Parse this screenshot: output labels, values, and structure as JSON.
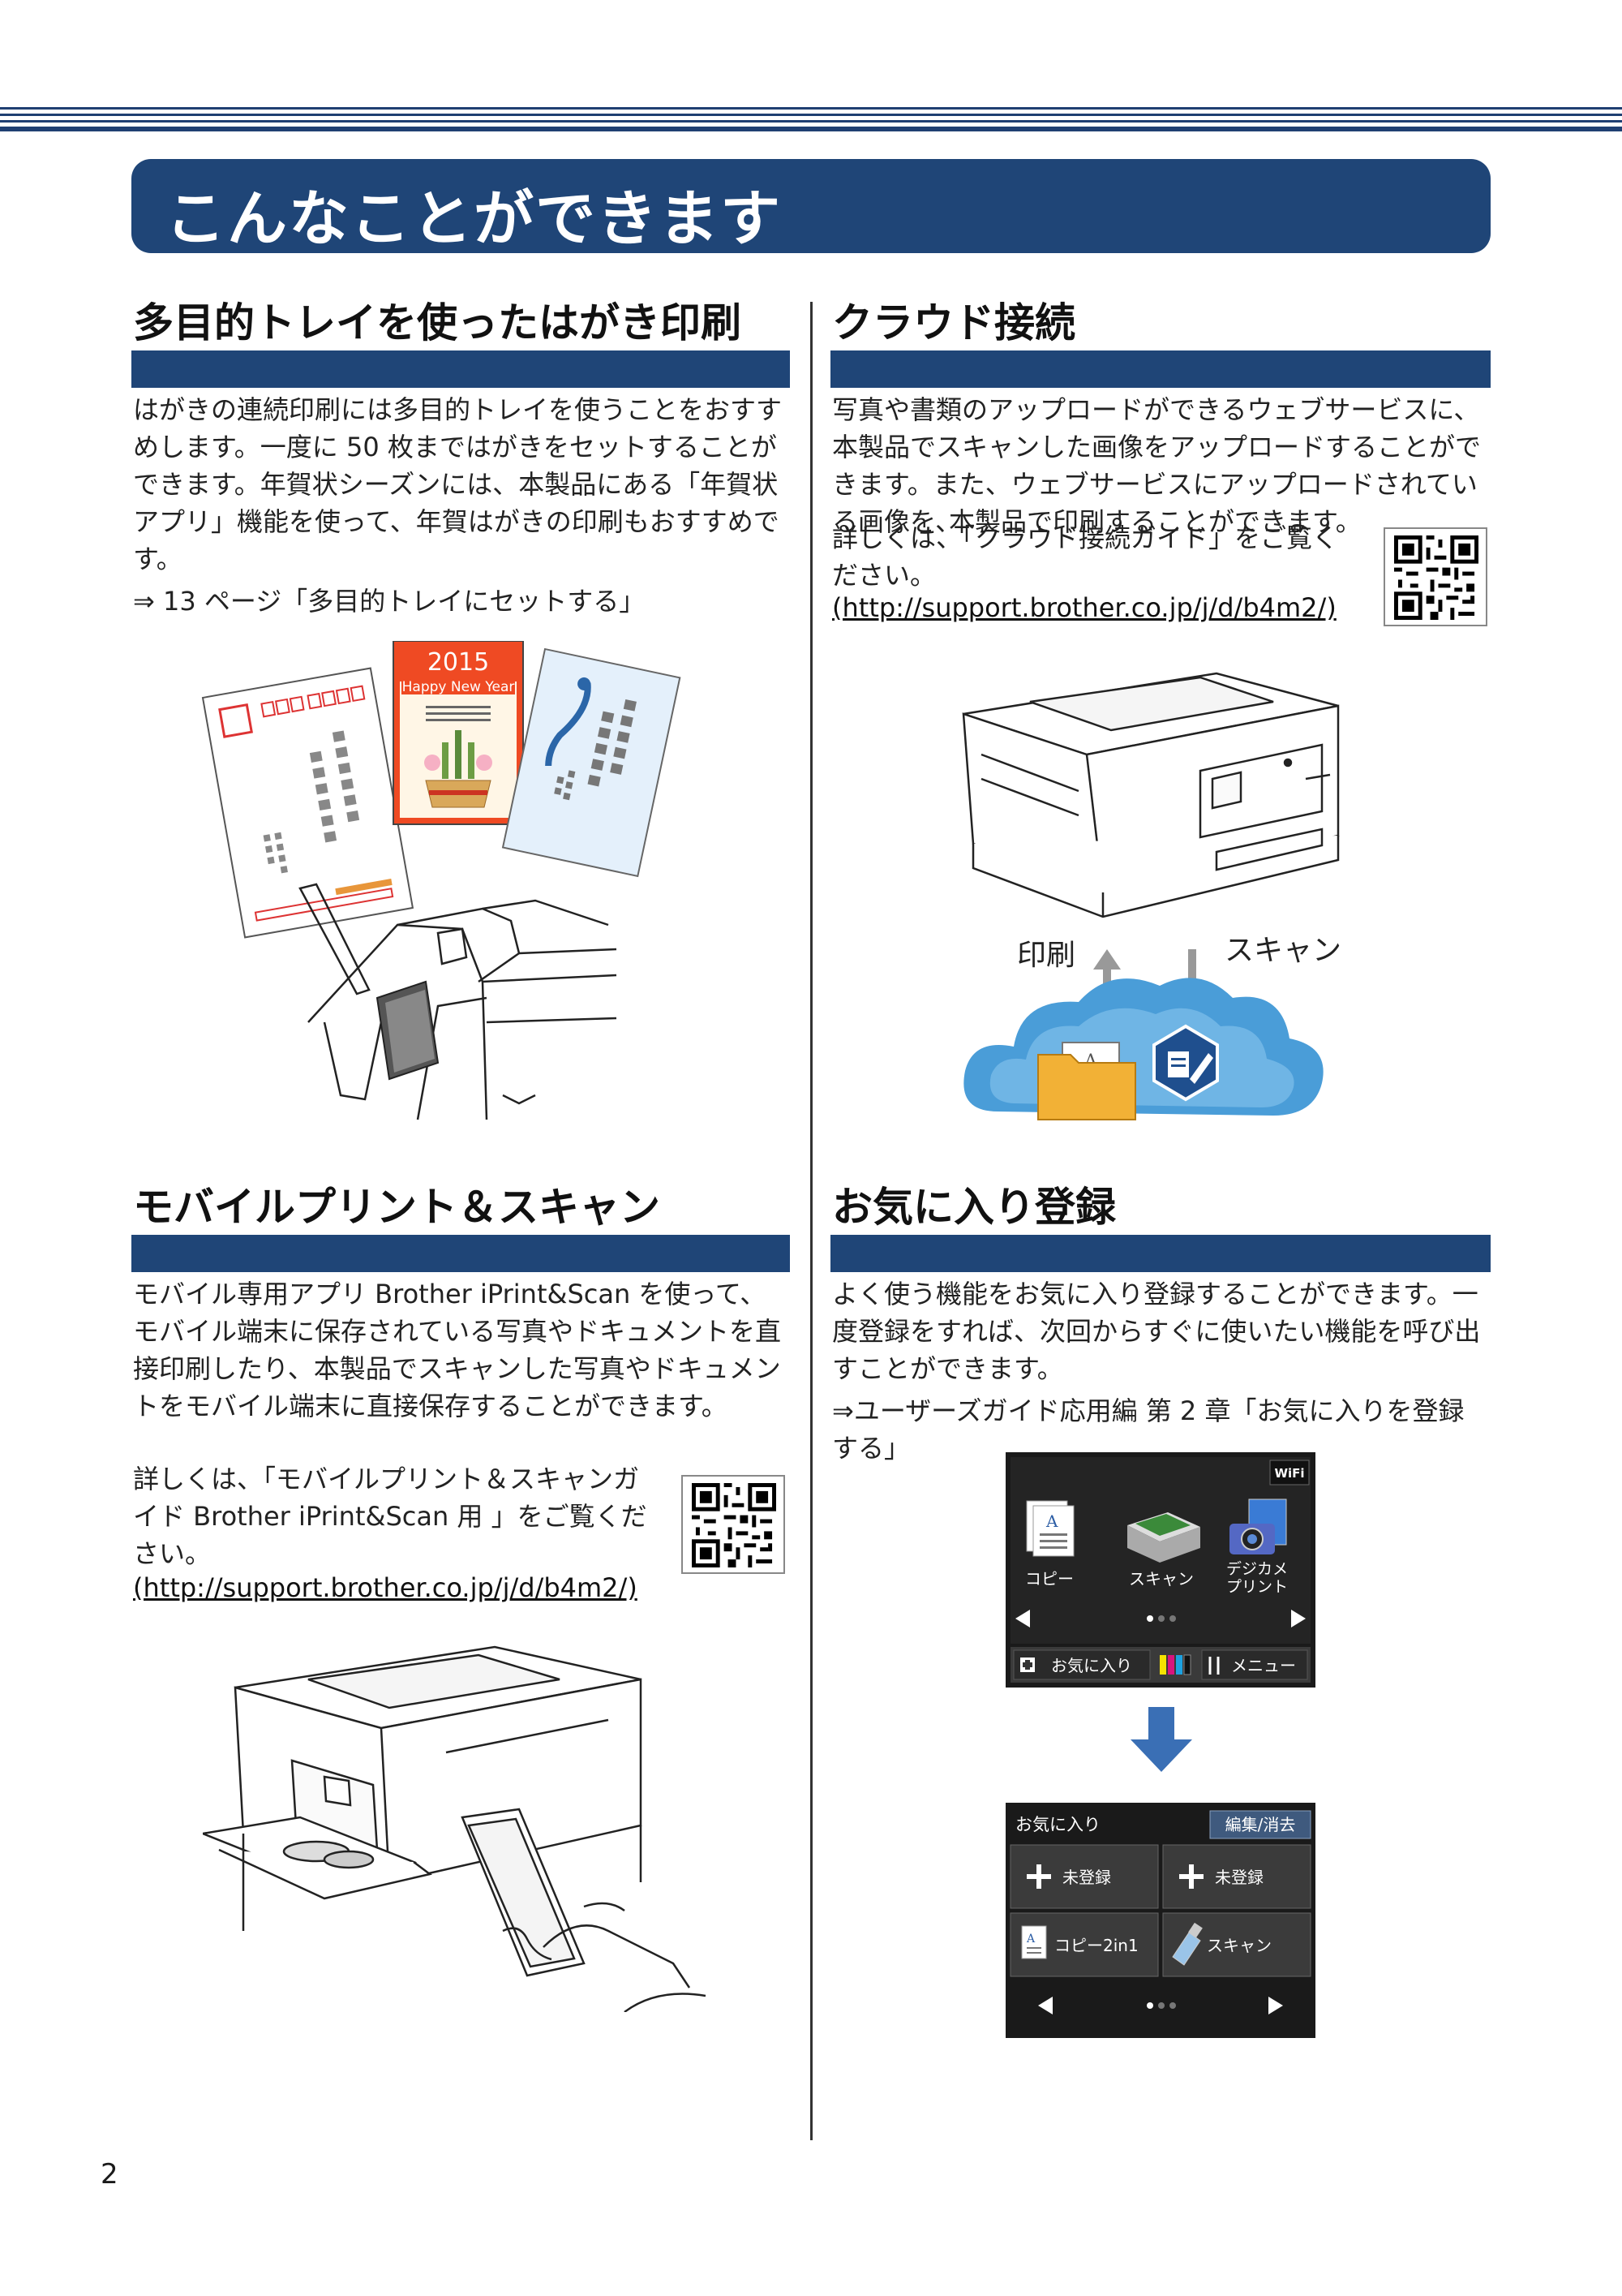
{
  "page": {
    "banner_title": "こんなことができます",
    "page_number": "2"
  },
  "sections": {
    "postcard": {
      "title": "多目的トレイを使ったはがき印刷",
      "paragraphs": [
        "はがきの連続印刷には多目的トレイを使うことをおすすめします。一度に 50 枚まではがきをセットすることができます。年賀状シーズンには、本製品にある「年賀状アプリ」機能を使って、年賀はがきの印刷もおすすめです。",
        "⇒ 13 ページ「多目的トレイにセットする」"
      ],
      "card_year": "2015",
      "card_greeting": "Happy New Year"
    },
    "cloud": {
      "title": "クラウド接続",
      "paragraphs": [
        "写真や書類のアップロードができるウェブサービスに、本製品でスキャンした画像をアップロードすることができます。また、ウェブサービスにアップロードされている画像を､本製品で印刷することができます。",
        "詳しくは、「クラウド接続ガイド」をご覧ください。"
      ],
      "url": "(http://support.brother.co.jp/j/d/b4m2/)",
      "label_print": "印刷",
      "label_scan": "スキャン"
    },
    "mobile": {
      "title": "モバイルプリント＆スキャン",
      "paragraphs": [
        "モバイル専用アプリ Brother iPrint&Scan を使って、モバイル端末に保存されている写真やドキュメントを直接印刷したり、本製品でスキャンした写真やドキュメントをモバイル端末に直接保存することができます。",
        "詳しくは、「モバイルプリント＆スキャンガイド Brother iPrint&Scan 用 」をご覧ください。"
      ],
      "url": "(http://support.brother.co.jp/j/d/b4m2/)"
    },
    "favorites": {
      "title": "お気に入り登録",
      "paragraphs": [
        "よく使う機能をお気に入り登録することができます。一度登録をすれば、次回からすぐに使いたい機能を呼び出すことができます。",
        "⇒ユーザーズガイド応用編 第 2 章「お気に入りを登録する」"
      ],
      "home_screen": {
        "wifi": "WiFi",
        "copy": "コピー",
        "scan": "スキャン",
        "photo_line1": "デジカメ",
        "photo_line2": "プリント",
        "fav_button": "お気に入り",
        "menu_button": "メニュー"
      },
      "fav_screen": {
        "header": "お気に入り",
        "edit_button": "編集/消去",
        "slot1": "未登録",
        "slot2": "未登録",
        "slot3": "コピー2in1",
        "slot4": "スキャン"
      }
    }
  }
}
